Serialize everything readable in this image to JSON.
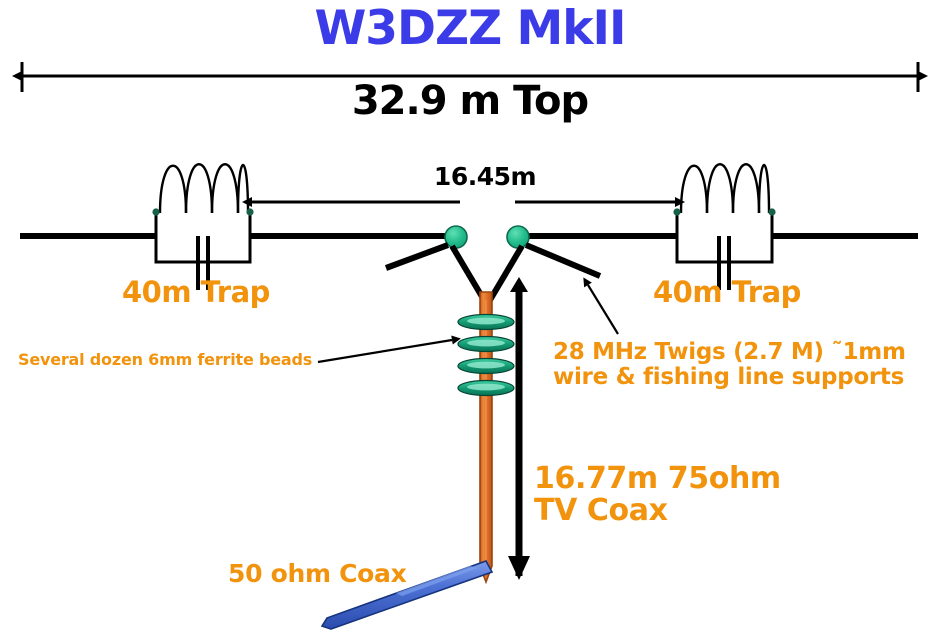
{
  "title": "W3DZZ MkII",
  "colors": {
    "title_blue": "#3b3be8",
    "label_orange": "#f2930d",
    "wire_black": "#000000",
    "insulator_green": "#23bd8c",
    "coax_75_orange": "#e8772a",
    "coax_50_blue": "#4a6fd4",
    "ferrite_bead_green": "#1f9e7a",
    "background": "#ffffff"
  },
  "dimensions": {
    "overall_top_label": "32.9 m Top",
    "half_span_label": "16.45m",
    "feedline_label_line1": "16.77m 75ohm",
    "feedline_label_line2": "TV Coax"
  },
  "components": {
    "trap_left_label": "40m Trap",
    "trap_right_label": "40m Trap",
    "ferrite_label": "Several dozen 6mm ferrite beads",
    "twigs_label_line1": "28 MHz Twigs (2.7 M) ˜1mm",
    "twigs_label_line2": "wire & fishing line supports",
    "coax_50_label": "50 ohm Coax"
  },
  "chart_data": {
    "type": "diagram",
    "title": "W3DZZ MkII",
    "subject": "Trap dipole antenna schematic",
    "annotations": [
      {
        "name": "overall-span",
        "text": "32.9 m Top",
        "kind": "dimension"
      },
      {
        "name": "half-span",
        "text": "16.45m",
        "kind": "dimension"
      },
      {
        "name": "trap-left",
        "text": "40m Trap",
        "kind": "component"
      },
      {
        "name": "trap-right",
        "text": "40m Trap",
        "kind": "component"
      },
      {
        "name": "ferrite-beads",
        "text": "Several dozen 6mm ferrite beads",
        "kind": "component"
      },
      {
        "name": "twigs",
        "text": "28 MHz Twigs (2.7 M) ˜1mm wire & fishing line supports",
        "kind": "component"
      },
      {
        "name": "feedline-75",
        "text": "16.77m 75ohm TV Coax",
        "kind": "dimension"
      },
      {
        "name": "feedline-50",
        "text": "50 ohm Coax",
        "kind": "component"
      }
    ]
  }
}
